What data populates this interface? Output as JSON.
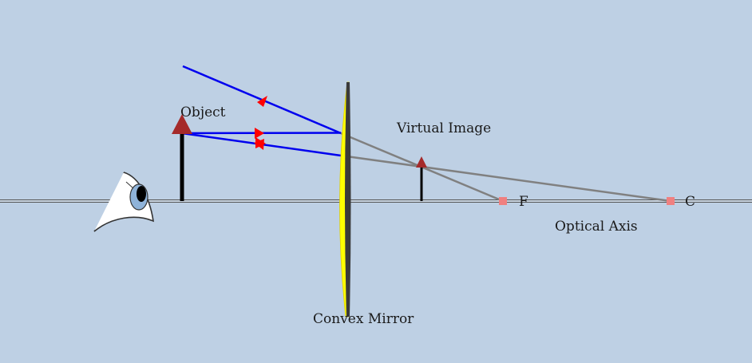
{
  "labels": {
    "object": "Object",
    "virtual_image": "Virtual Image",
    "focus": "F",
    "center": "C",
    "optical_axis": "Optical Axis",
    "mirror": "Convex Mirror"
  },
  "icons": {
    "eye": "eye-icon"
  },
  "colors": {
    "background": "#bed0e4",
    "incident_ray": "#0000ee",
    "construction_line": "#808080",
    "arrow_head": "#a52a2a",
    "mirror_fill": "#ffff00",
    "marker": "#f08080",
    "ray_arrow": "#ff0000"
  }
}
